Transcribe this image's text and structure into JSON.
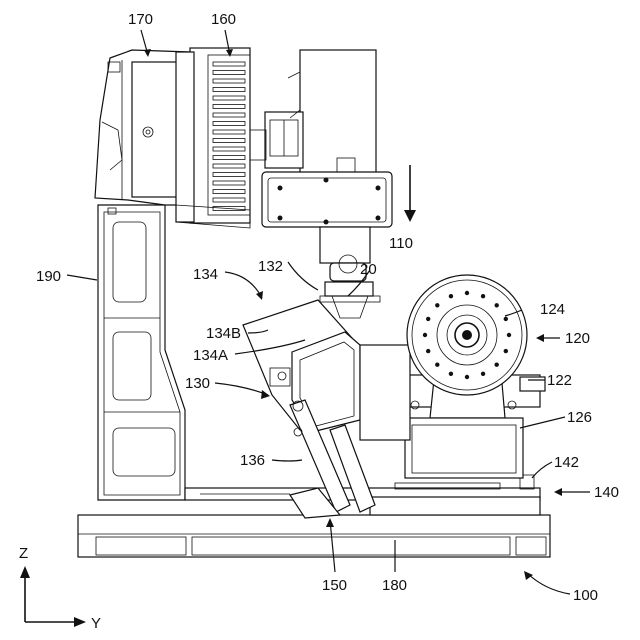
{
  "labels": {
    "l170": "170",
    "l160": "160",
    "l110": "110",
    "l190": "190",
    "l134": "134",
    "l132": "132",
    "l20": "20",
    "l124": "124",
    "l120": "120",
    "l134B": "134B",
    "l134A": "134A",
    "l122": "122",
    "l130": "130",
    "l126": "126",
    "l136": "136",
    "l142": "142",
    "l140": "140",
    "l150": "150",
    "l180": "180",
    "l100": "100",
    "axisZ": "Z",
    "axisY": "Y"
  }
}
